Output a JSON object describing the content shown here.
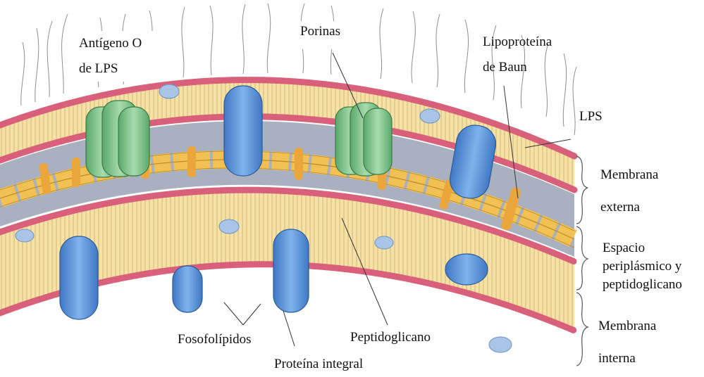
{
  "labels": {
    "antigeno_line1": "Antígeno O",
    "antigeno_line2": "de LPS",
    "porinas": "Porinas",
    "lipoproteina_line1": "Lipoproteína",
    "lipoproteina_line2": "de Baun",
    "lps": "LPS",
    "membrana_externa_line1": "Membrana",
    "membrana_externa_line2": "externa",
    "espacio_line1": "Espacio",
    "espacio_line2": "periplásmico y",
    "espacio_line3": "peptidoglicano",
    "membrana_interna_line1": "Membrana",
    "membrana_interna_line2": "interna",
    "fosofolipidos": "Fosofolípidos",
    "peptidoglicano": "Peptidoglicano",
    "proteina_integral": "Proteína integral"
  },
  "colors": {
    "lipid_head": "#d9607a",
    "lipid_tail": "#f1d58a",
    "periplasm": "#a8aebd",
    "peptidoglycan": "#f2c154",
    "porin": "#7cc48a",
    "membrane_protein": "#5e97dd",
    "small_protein": "#a9c4e6",
    "lipoprotein": "#eaa63a",
    "lps_fiber": "#8a8a8a"
  }
}
